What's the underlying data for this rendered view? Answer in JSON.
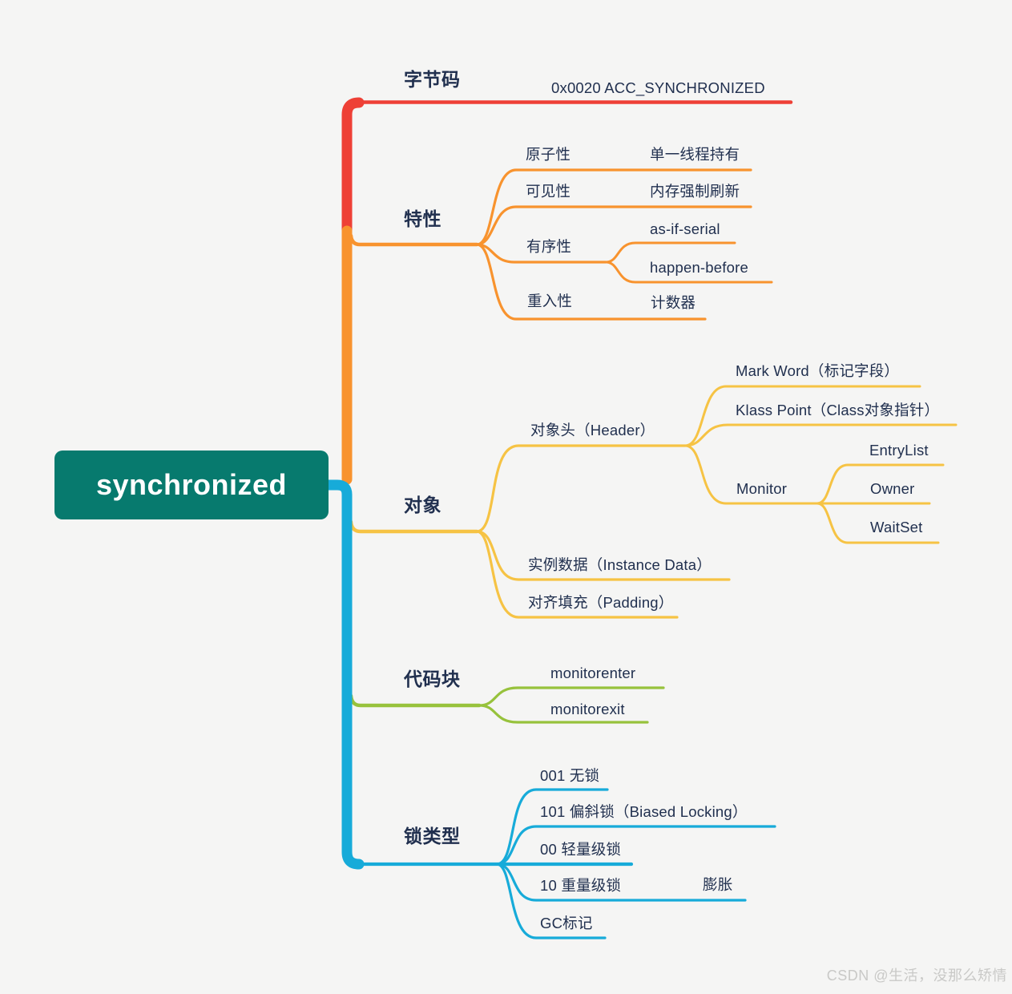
{
  "root": {
    "label": "synchronized"
  },
  "branches": [
    {
      "label": "字节码",
      "children": [
        {
          "label": "0x0020 ACC_SYNCHRONIZED"
        }
      ]
    },
    {
      "label": "特性",
      "children": [
        {
          "label": "原子性",
          "children": [
            {
              "label": "单一线程持有"
            }
          ]
        },
        {
          "label": "可见性",
          "children": [
            {
              "label": "内存强制刷新"
            }
          ]
        },
        {
          "label": "有序性",
          "children": [
            {
              "label": "as-if-serial"
            },
            {
              "label": "happen-before"
            }
          ]
        },
        {
          "label": "重入性",
          "children": [
            {
              "label": "计数器"
            }
          ]
        }
      ]
    },
    {
      "label": "对象",
      "children": [
        {
          "label": "对象头（Header）",
          "children": [
            {
              "label": "Mark Word（标记字段）"
            },
            {
              "label": "Klass Point（Class对象指针）"
            },
            {
              "label": "Monitor",
              "children": [
                {
                  "label": "EntryList"
                },
                {
                  "label": "Owner"
                },
                {
                  "label": "WaitSet"
                }
              ]
            }
          ]
        },
        {
          "label": "实例数据（Instance Data）"
        },
        {
          "label": "对齐填充（Padding）"
        }
      ]
    },
    {
      "label": "代码块",
      "children": [
        {
          "label": "monitorenter"
        },
        {
          "label": "monitorexit"
        }
      ]
    },
    {
      "label": "锁类型",
      "children": [
        {
          "label": "001 无锁"
        },
        {
          "label": "101 偏斜锁（Biased Locking）"
        },
        {
          "label": "00 轻量级锁"
        },
        {
          "label": "10 重量级锁",
          "children": [
            {
              "label": "膨胀"
            }
          ]
        },
        {
          "label": "GC标记"
        }
      ]
    }
  ],
  "watermark": "CSDN @生活，没那么矫情",
  "colors": {
    "background": "#f5f5f4",
    "text": "#21304f",
    "root_bg": "#077a6e",
    "root_text": "#ffffff",
    "bytecode": "#ee4036",
    "features": "#f8932e",
    "object": "#f6c344",
    "code_block": "#97c23c",
    "lock_types": "#17abd9",
    "watermark_text": "#c9c9c7"
  }
}
